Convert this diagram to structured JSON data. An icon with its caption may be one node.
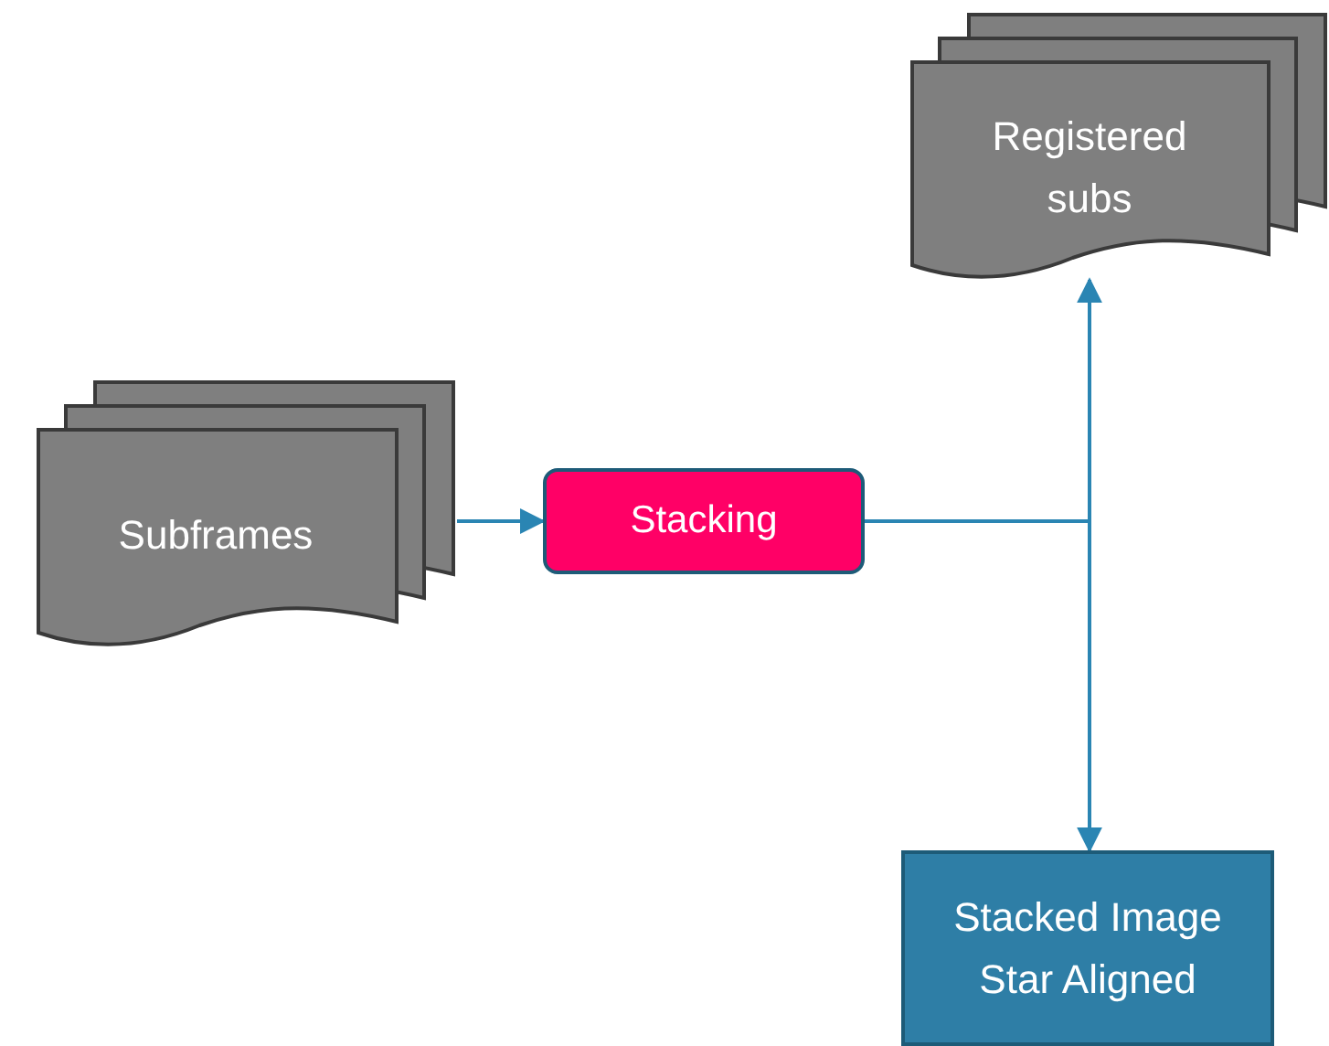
{
  "diagram": {
    "nodes": [
      {
        "text": [
          "Subframes"
        ]
      },
      {
        "text": [
          "Stacking"
        ]
      },
      {
        "text": [
          "Registered subs"
        ]
      },
      {
        "text": [
          "Stacked Image Star Aligned"
        ]
      }
    ],
    "edges": [
      {
        "from": 0,
        "to": 1,
        "arrow": "to"
      },
      {
        "from": 1,
        "to": 2,
        "arrow": "to"
      },
      {
        "from": 1,
        "to": 3,
        "arrow": "to"
      }
    ]
  }
}
